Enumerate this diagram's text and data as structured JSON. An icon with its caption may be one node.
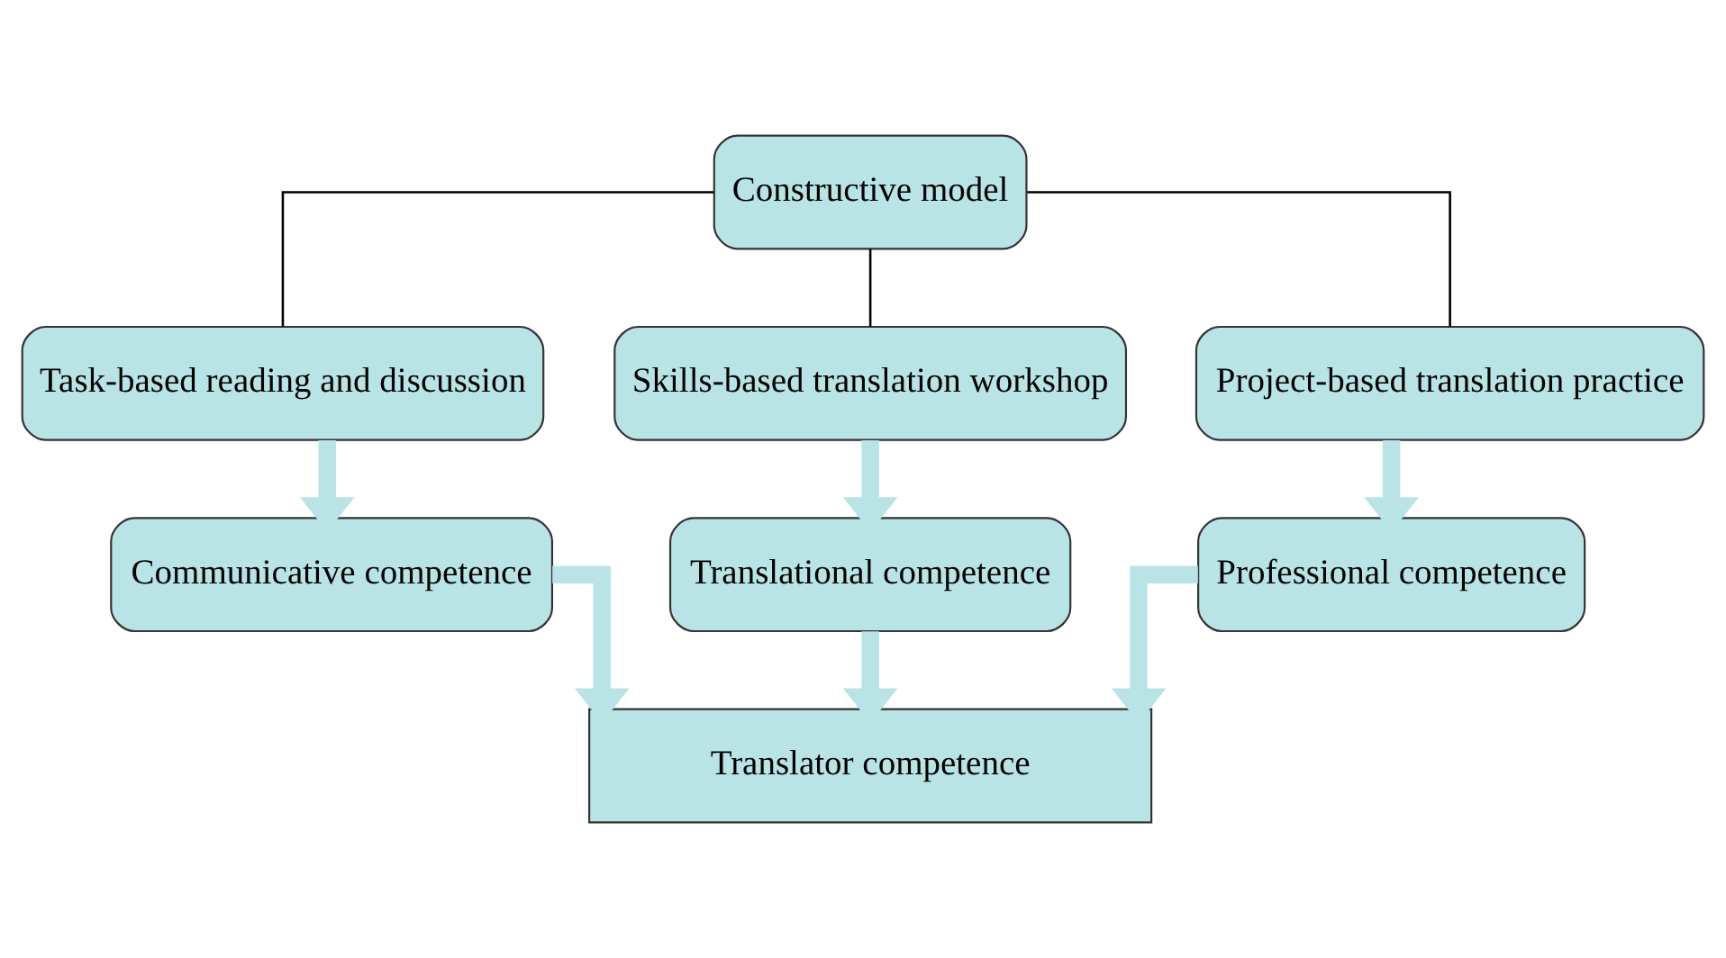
{
  "diagram": {
    "nodes": [
      {
        "text": [
          "Constructive model"
        ]
      },
      {
        "text": [
          "Task-based reading and discussion"
        ]
      },
      {
        "text": [
          "Skills-based translation workshop"
        ]
      },
      {
        "text": [
          "Project-based translation practice"
        ]
      },
      {
        "text": [
          "Communicative competence"
        ]
      },
      {
        "text": [
          "Translational competence"
        ]
      },
      {
        "text": [
          "Professional competence"
        ]
      },
      {
        "text": [
          "Translator competence"
        ]
      }
    ],
    "edges": [
      {
        "from": 0,
        "to": 1,
        "arrow": "none",
        "color": "#000000"
      },
      {
        "from": 0,
        "to": 2,
        "arrow": "none",
        "color": "#000000"
      },
      {
        "from": 0,
        "to": 3,
        "arrow": "none",
        "color": "#000000"
      },
      {
        "from": 1,
        "to": 4,
        "arrow": "to"
      },
      {
        "from": 2,
        "to": 5,
        "arrow": "to"
      },
      {
        "from": 3,
        "to": 6,
        "arrow": "to"
      },
      {
        "from": 4,
        "to": 7,
        "arrow": "to"
      },
      {
        "from": 5,
        "to": 7,
        "arrow": "to"
      },
      {
        "from": 6,
        "to": 7,
        "arrow": "to"
      }
    ]
  }
}
